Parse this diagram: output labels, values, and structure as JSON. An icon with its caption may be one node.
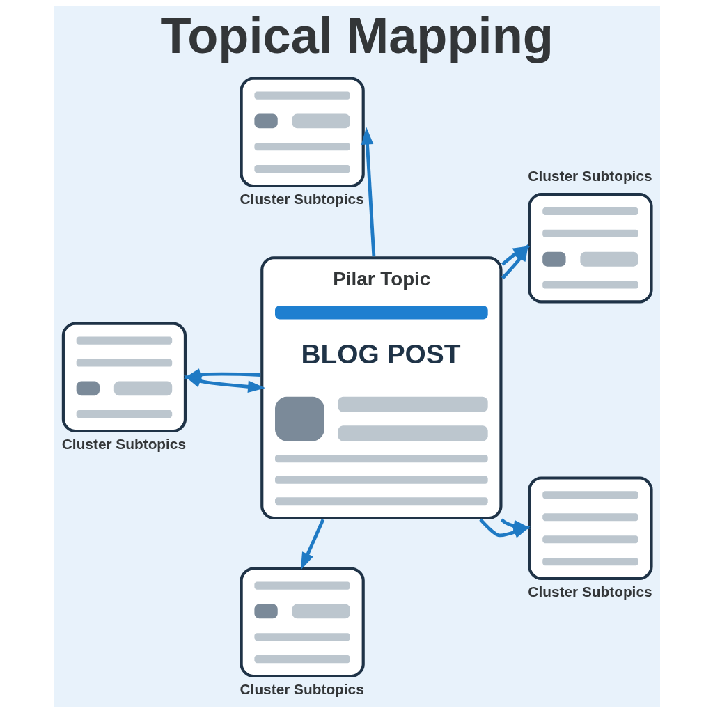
{
  "diagram": {
    "title": "Topical Mapping",
    "nodes": [
      {
        "text": [],
        "shape": "box",
        "beside": [
          "Cluster Subtopics"
        ]
      },
      {
        "text": [
          "Pilar Topic",
          "BLOG POST"
        ]
      },
      {
        "text": [],
        "shape": "box",
        "beside": [
          "Cluster Subtopics"
        ]
      },
      {
        "text": [],
        "shape": "box",
        "beside": [
          "Cluster Subtopics"
        ]
      },
      {
        "text": [],
        "shape": "box",
        "beside": [
          "Cluster Subtopics"
        ]
      },
      {
        "text": [],
        "shape": "box",
        "beside": [
          "Cluster Subtopics"
        ]
      }
    ],
    "edges": [
      {
        "from": 1,
        "to": 0,
        "arrow": "to"
      },
      {
        "from": 1,
        "to": 2,
        "arrow": "to"
      },
      {
        "from": 1,
        "to": 2,
        "arrow": "to"
      },
      {
        "from": 1,
        "to": 3,
        "arrow": "both"
      },
      {
        "from": 1,
        "to": 3,
        "arrow": "to"
      },
      {
        "from": 1,
        "to": 4,
        "arrow": "to"
      },
      {
        "from": 1,
        "to": 4,
        "arrow": "to"
      },
      {
        "from": 1,
        "to": 5,
        "arrow": "to"
      }
    ]
  }
}
